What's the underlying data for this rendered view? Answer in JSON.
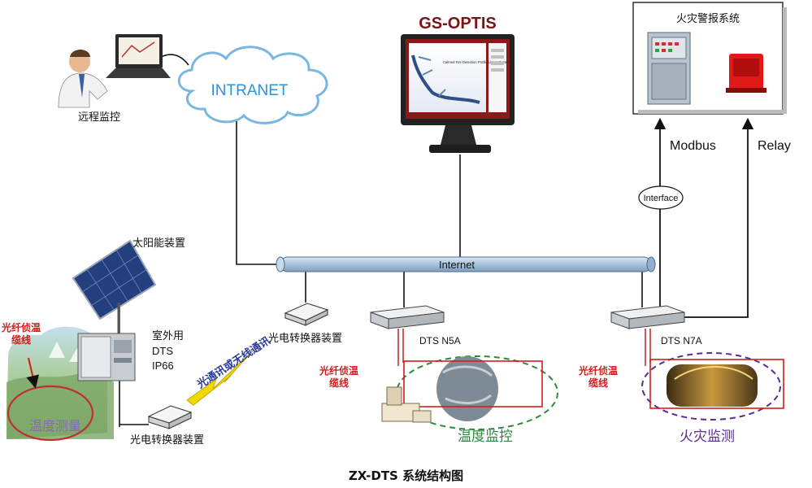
{
  "caption": "ZX-DTS 系统结构图",
  "cloud_label": "INTRANET",
  "remote": {
    "label": "远程监控"
  },
  "monitor": {
    "title": "GS-OPTIS",
    "screen_title": "Calmed Fire Detection Profile Linear System"
  },
  "alarm": {
    "title": "火灾警报系统"
  },
  "links": {
    "modbus": "Modbus",
    "relay": "Relay",
    "interface": "Interface"
  },
  "bus": {
    "label": "Internet"
  },
  "solar": {
    "label": "太阳能装置"
  },
  "outdoor": {
    "line1": "室外用",
    "line2": "DTS",
    "line3": "IP66"
  },
  "converter_mid": {
    "label": "光电转换器装置"
  },
  "converter_bottom": {
    "label": "光电转换器装置"
  },
  "wireless": {
    "label": "光通讯或无线通讯"
  },
  "left_cable": {
    "line1": "光纤侦温",
    "line2": "缆线"
  },
  "left_area": {
    "label": "温度测量"
  },
  "n5a": {
    "label": "DTS N5A",
    "cable1": "光纤侦温",
    "cable2": "缆线",
    "zone": "温度监控"
  },
  "n7a": {
    "label": "DTS N7A",
    "cable1": "光纤侦温",
    "cable2": "缆线",
    "zone": "火灾监测"
  },
  "colors": {
    "red": "#d21c1c",
    "green": "#2c8a3c",
    "purple": "#5a2d91",
    "bus": "#a9c3db",
    "monitor_title": "#7a1515"
  }
}
